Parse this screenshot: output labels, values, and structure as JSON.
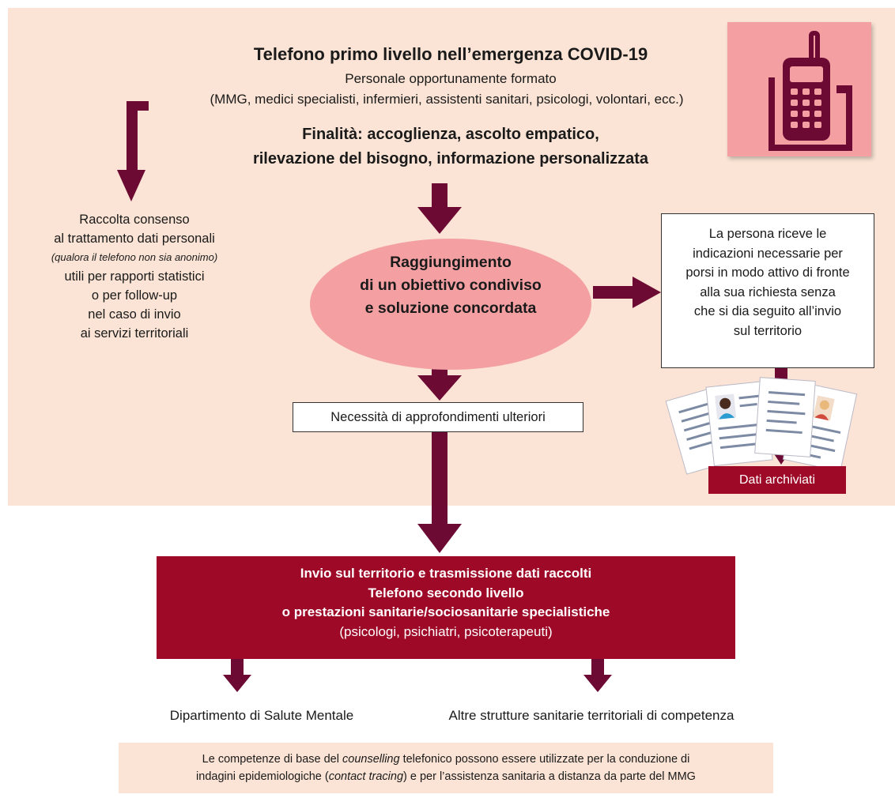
{
  "colors": {
    "panel_bg": "#fbe4d5",
    "ellipse": "#f4a0a3",
    "arrow": "#6d0a33",
    "dark_red": "#9e0927",
    "phone_bg": "#f4a0a3",
    "phone_icon": "#6d0a33"
  },
  "header": {
    "title": "Telefono primo livello nell’emergenza COVID-19",
    "subtitle": "Personale opportunamente formato",
    "subtitle_detail": "(MMG, medici specialisti, infermieri, assistenti sanitari, psicologi, volontari, ecc.)",
    "purpose_line1": "Finalità: accoglienza, ascolto empatico,",
    "purpose_line2": "rilevazione del bisogno, informazione personalizzata",
    "icon": "cordless-phone-icon"
  },
  "left_note": {
    "line1": "Raccolta consenso",
    "line2": "al trattamento dati personali",
    "line3_italic": "(qualora il telefono non sia anonimo)",
    "line4": "utili per rapporti statistici",
    "line5": "o per follow-up",
    "line6": "nel caso di invio",
    "line7": "ai servizi territoriali"
  },
  "goal": {
    "line1": "Raggiungimento",
    "line2": "di un obiettivo condiviso",
    "line3": "e soluzione concordata"
  },
  "right_box": {
    "line1": "La persona riceve le",
    "line2": "indicazioni necessarie per",
    "line3": "porsi in modo attivo di fronte",
    "line4": "alla sua richiesta senza",
    "line5": "che si dia seguito all’invio",
    "line6": "sul territorio"
  },
  "further_needs": "Necessità di approfondimenti ulteriori",
  "archived": {
    "label": "Dati archiviati",
    "icon": "document-stack-icon"
  },
  "referral": {
    "line1": "Invio sul territorio e trasmissione dati raccolti",
    "line2": "Telefono secondo livello",
    "line3": "o prestazioni sanitarie/sociosanitarie specialistiche",
    "line4": "(psicologi, psichiatri, psicoterapeuti)"
  },
  "destinations": {
    "left": "Dipartimento di Salute Mentale",
    "right": "Altre strutture sanitarie territoriali di competenza"
  },
  "footer": {
    "part1": "Le competenze di base del ",
    "part2_italic": "counselling",
    "part3": " telefonico possono essere utilizzate per la conduzione di",
    "part4": "indagini epidemiologiche (",
    "part5_italic": "contact tracing",
    "part6": ") e per l’assistenza sanitaria a distanza da parte del MMG"
  }
}
